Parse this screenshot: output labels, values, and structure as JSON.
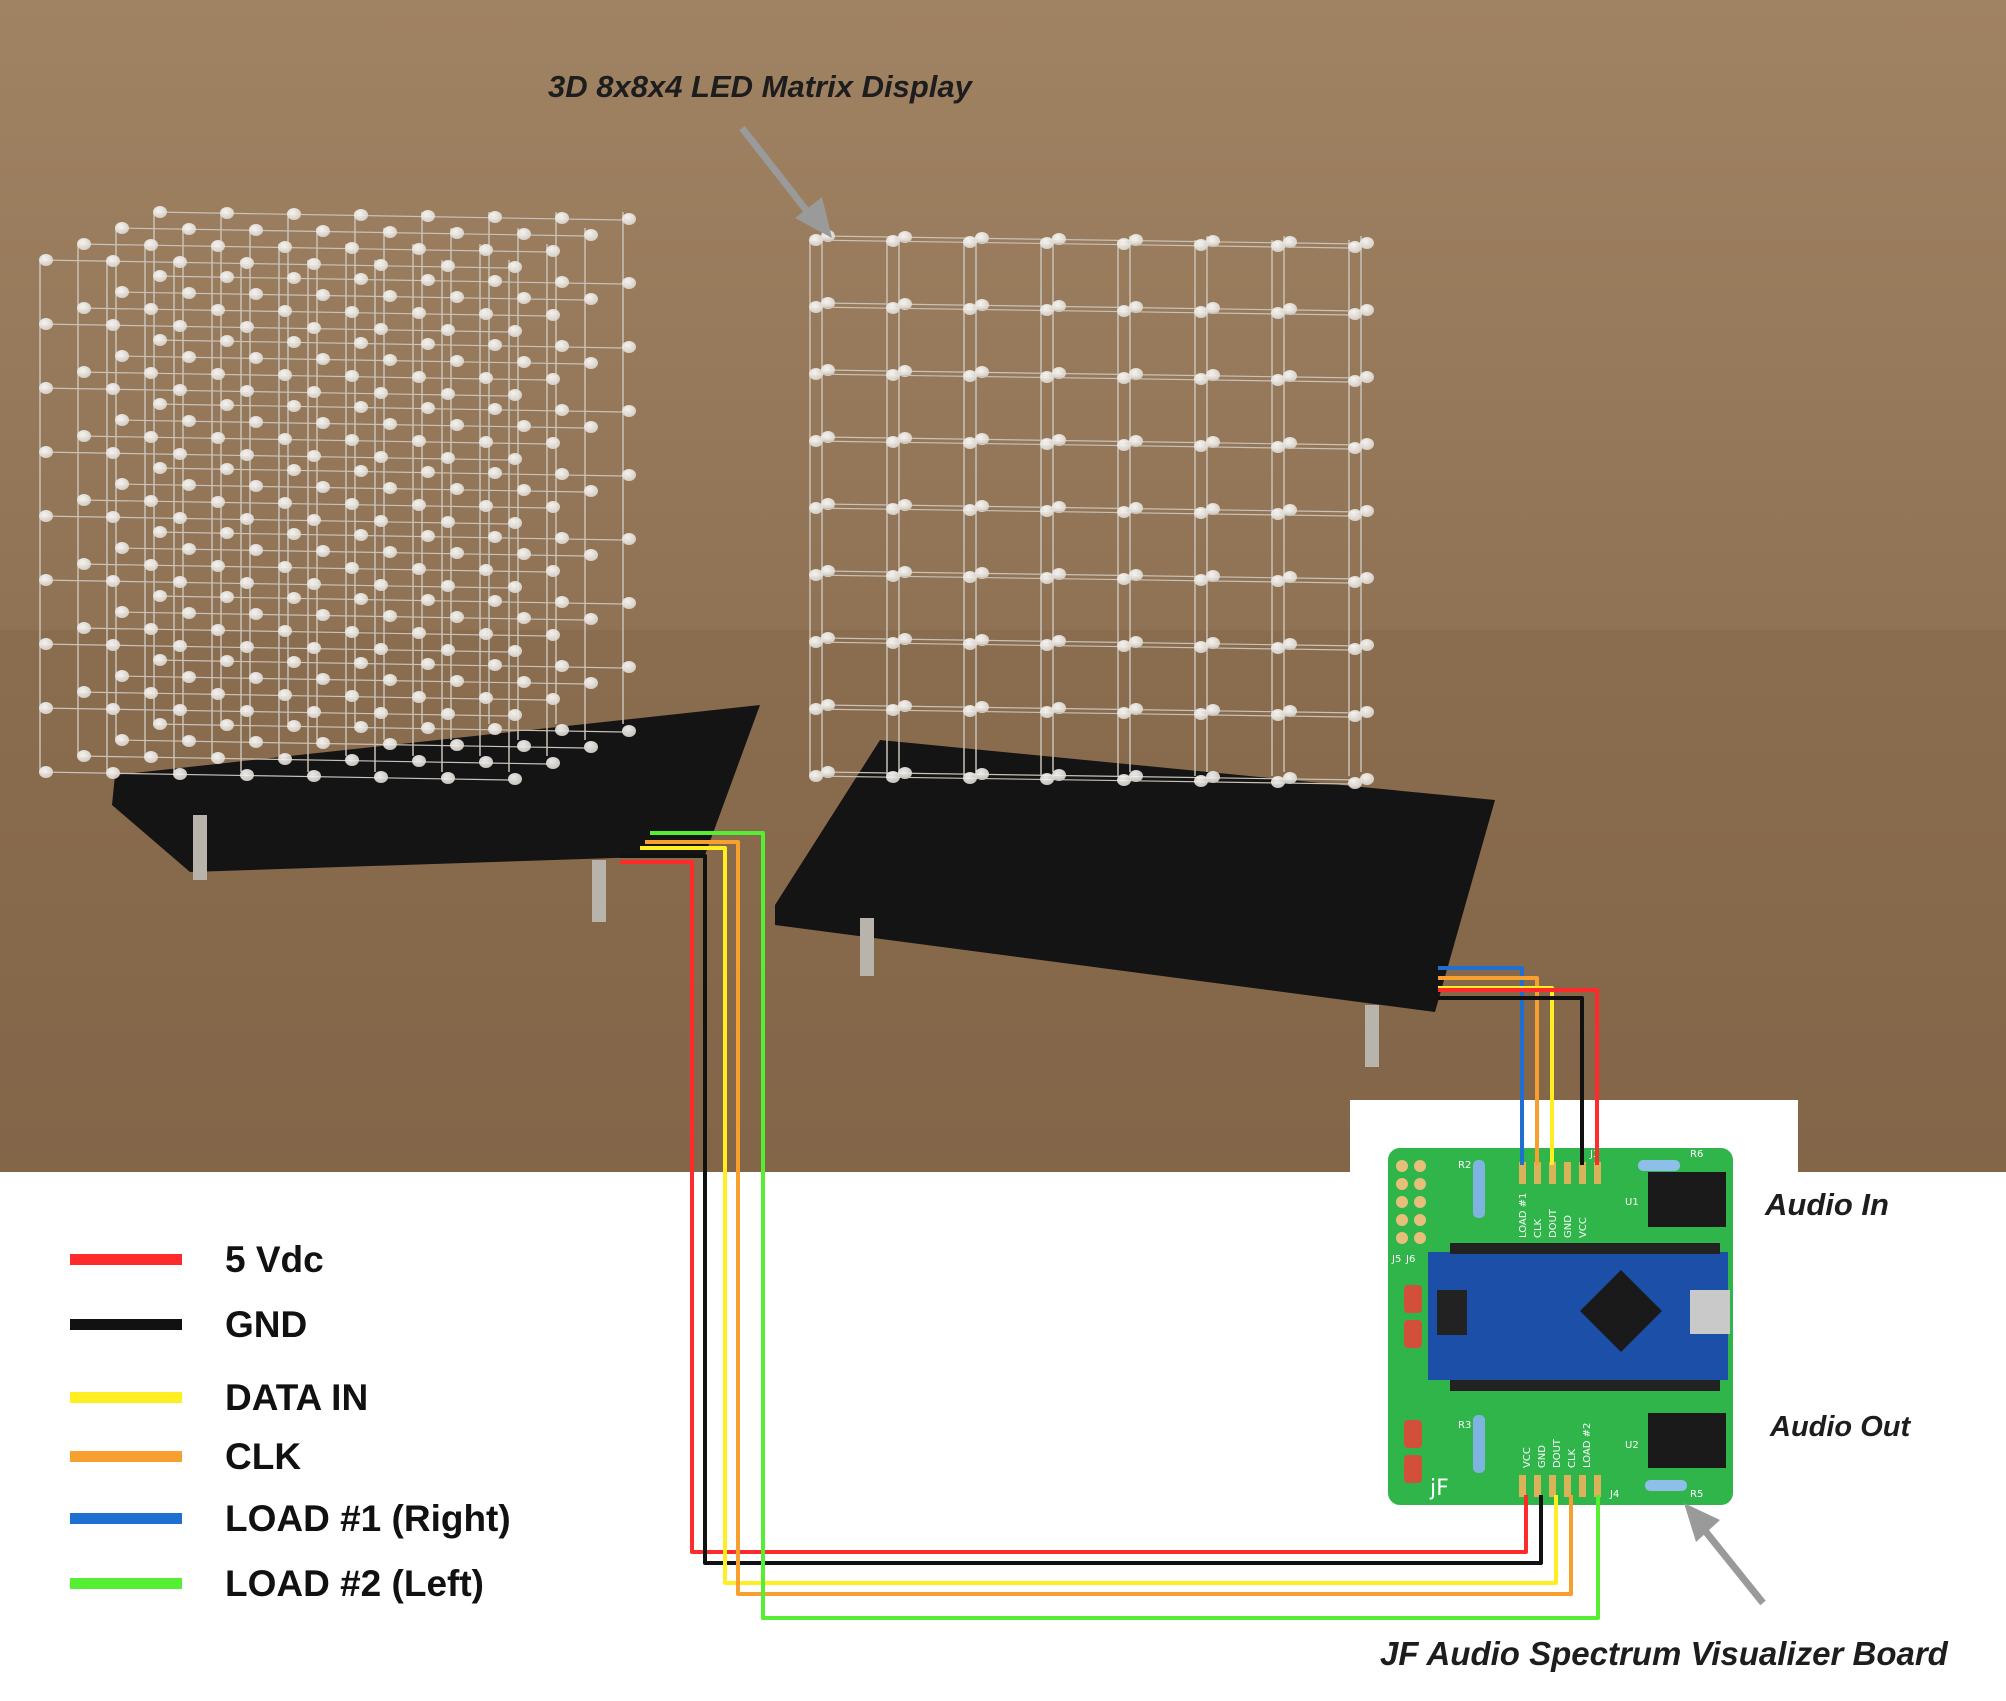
{
  "labels": {
    "matrix_title": "3D 8x8x4 LED Matrix Display",
    "audio_in": "Audio In",
    "audio_out": "Audio Out",
    "board_title": "JF Audio Spectrum Visualizer Board"
  },
  "legend": [
    {
      "label": "5 Vdc",
      "color": "#ff2a2a"
    },
    {
      "label": "GND",
      "color": "#111111"
    },
    {
      "label": "DATA IN",
      "color": "#ffee22"
    },
    {
      "label": "CLK",
      "color": "#f7a030"
    },
    {
      "label": "LOAD #1 (Right)",
      "color": "#1e6fd0"
    },
    {
      "label": "LOAD #2 (Left)",
      "color": "#55ee33"
    }
  ],
  "board_pin_labels": {
    "top_header": [
      "LOAD #1",
      "CLK",
      "DOUT",
      "GND",
      "VCC"
    ],
    "bottom_header": [
      "VCC",
      "GND",
      "DOUT",
      "CLK",
      "LOAD #2"
    ]
  },
  "board_component_labels": [
    "J3",
    "J4",
    "J5",
    "J6",
    "R2",
    "R3",
    "R5",
    "R6",
    "U1",
    "U2",
    "jF"
  ],
  "colors": {
    "wall": "#9a7c5e",
    "table": "#8a6a4c",
    "pcb_black": "#141414",
    "pcb_green": "#2fb54a",
    "nano_blue": "#1c4fa8"
  }
}
